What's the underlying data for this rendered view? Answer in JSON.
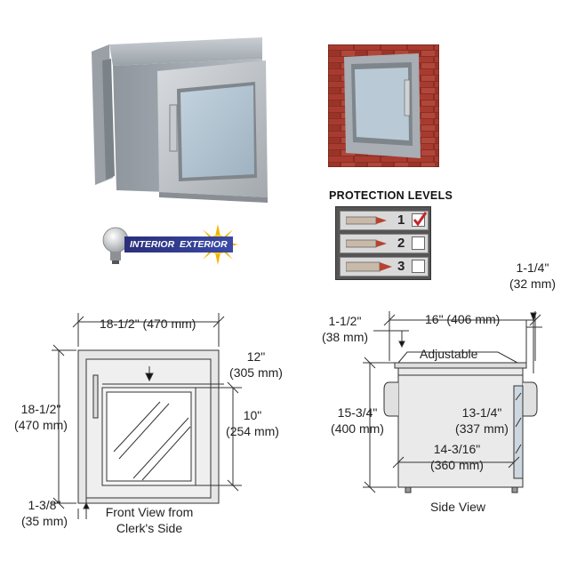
{
  "protection": {
    "title": "PROTECTION LEVELS",
    "levels": [
      {
        "number": "1",
        "checked": true
      },
      {
        "number": "2",
        "checked": false
      },
      {
        "number": "3",
        "checked": false
      }
    ],
    "check_color": "#c0282a"
  },
  "badge": {
    "interior": "INTERIOR",
    "exterior": "EXTERIOR",
    "icons": [
      "lightbulb-icon",
      "sun-icon"
    ]
  },
  "front_view": {
    "caption_line1": "Front View from",
    "caption_line2": "Clerk's Side",
    "width_dim": "18-1/2\" (470 mm)",
    "height_dim_line1": "18-1/2\"",
    "height_dim_line2": "(470 mm)",
    "window_width_line1": "12\"",
    "window_width_line2": "(305 mm)",
    "window_height_line1": "10\"",
    "window_height_line2": "(254 mm)",
    "flange_line1": "1-3/8\"",
    "flange_line2": "(35 mm)"
  },
  "side_view": {
    "caption": "Side View",
    "depth_dim": "16\" (406 mm)",
    "top_offset_line1": "1-1/2\"",
    "top_offset_line2": "(38 mm)",
    "right_offset_line1": "1-1/4\"",
    "right_offset_line2": "(32 mm)",
    "adjustable": "Adjustable",
    "height_line1": "15-3/4\"",
    "height_line2": "(400 mm)",
    "inner_height_line1": "13-1/4\"",
    "inner_height_line2": "(337 mm)",
    "inner_depth_line1": "14-3/16\"",
    "inner_depth_line2": "(360 mm)"
  }
}
